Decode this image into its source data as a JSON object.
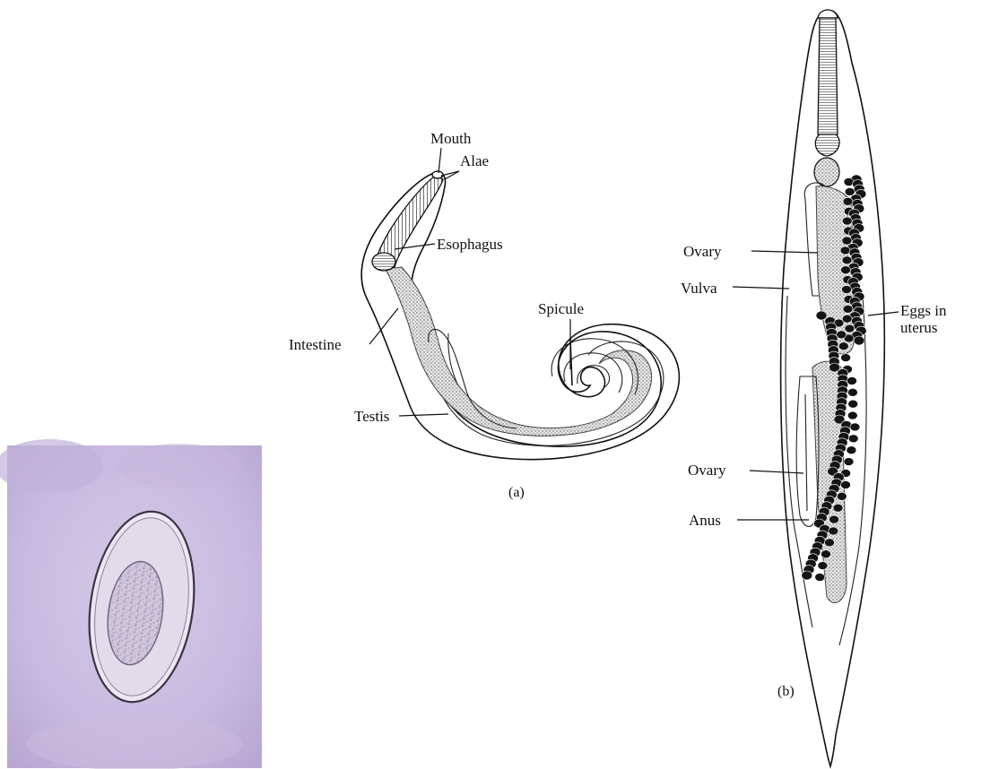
{
  "photo": {
    "subject": "egg micrograph",
    "background_color": "#cbbfe0",
    "shell_color": "#f2eef6"
  },
  "male_worm": {
    "labels": {
      "mouth": "Mouth",
      "alae": "Alae",
      "esophagus": "Esophagus",
      "intestine": "Intestine",
      "testis": "Testis",
      "spicule": "Spicule"
    },
    "caption": "(a)"
  },
  "female_worm": {
    "labels": {
      "ovary_upper": "Ovary",
      "vulva": "Vulva",
      "eggs_line1": "Eggs in",
      "eggs_line2": "uterus",
      "ovary_lower": "Ovary",
      "anus": "Anus"
    },
    "caption": "(b)"
  },
  "colors": {
    "ink": "#111111",
    "stipple": "#9a9a9a",
    "egg_dark": "#141414"
  }
}
